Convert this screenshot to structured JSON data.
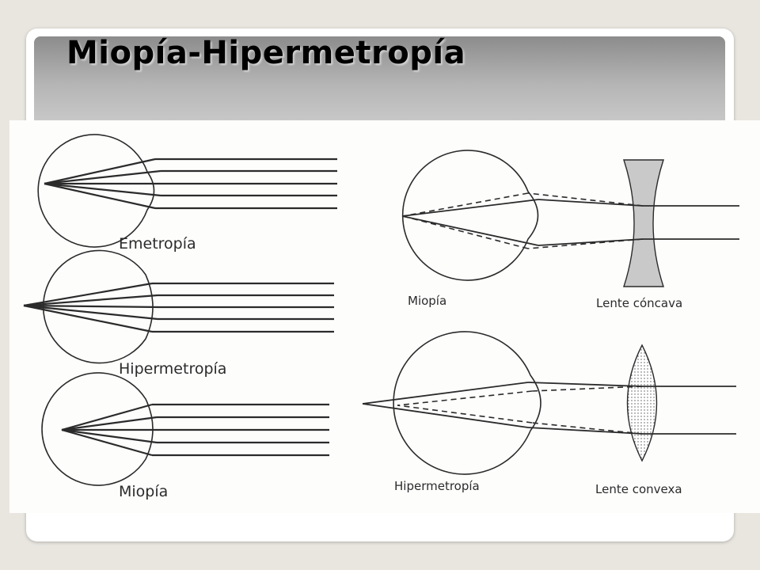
{
  "slide": {
    "title": "Miopía-Hipermetropía"
  },
  "figure": {
    "left_panel": {
      "labels": [
        "Emetropía",
        "Hipermetropía",
        "Miopía"
      ]
    },
    "right_panel": {
      "myopia": {
        "eye_label": "Miopía",
        "lens_label": "Lente cóncava"
      },
      "hyperopia": {
        "eye_label": "Hipermetropía",
        "lens_label": "Lente convexa"
      }
    }
  },
  "colors": {
    "ink": "#2b2b2b",
    "title_band_top": "#8c8c8c",
    "title_band_bottom": "#c9c9c9",
    "paper": "#fdfdfc"
  }
}
